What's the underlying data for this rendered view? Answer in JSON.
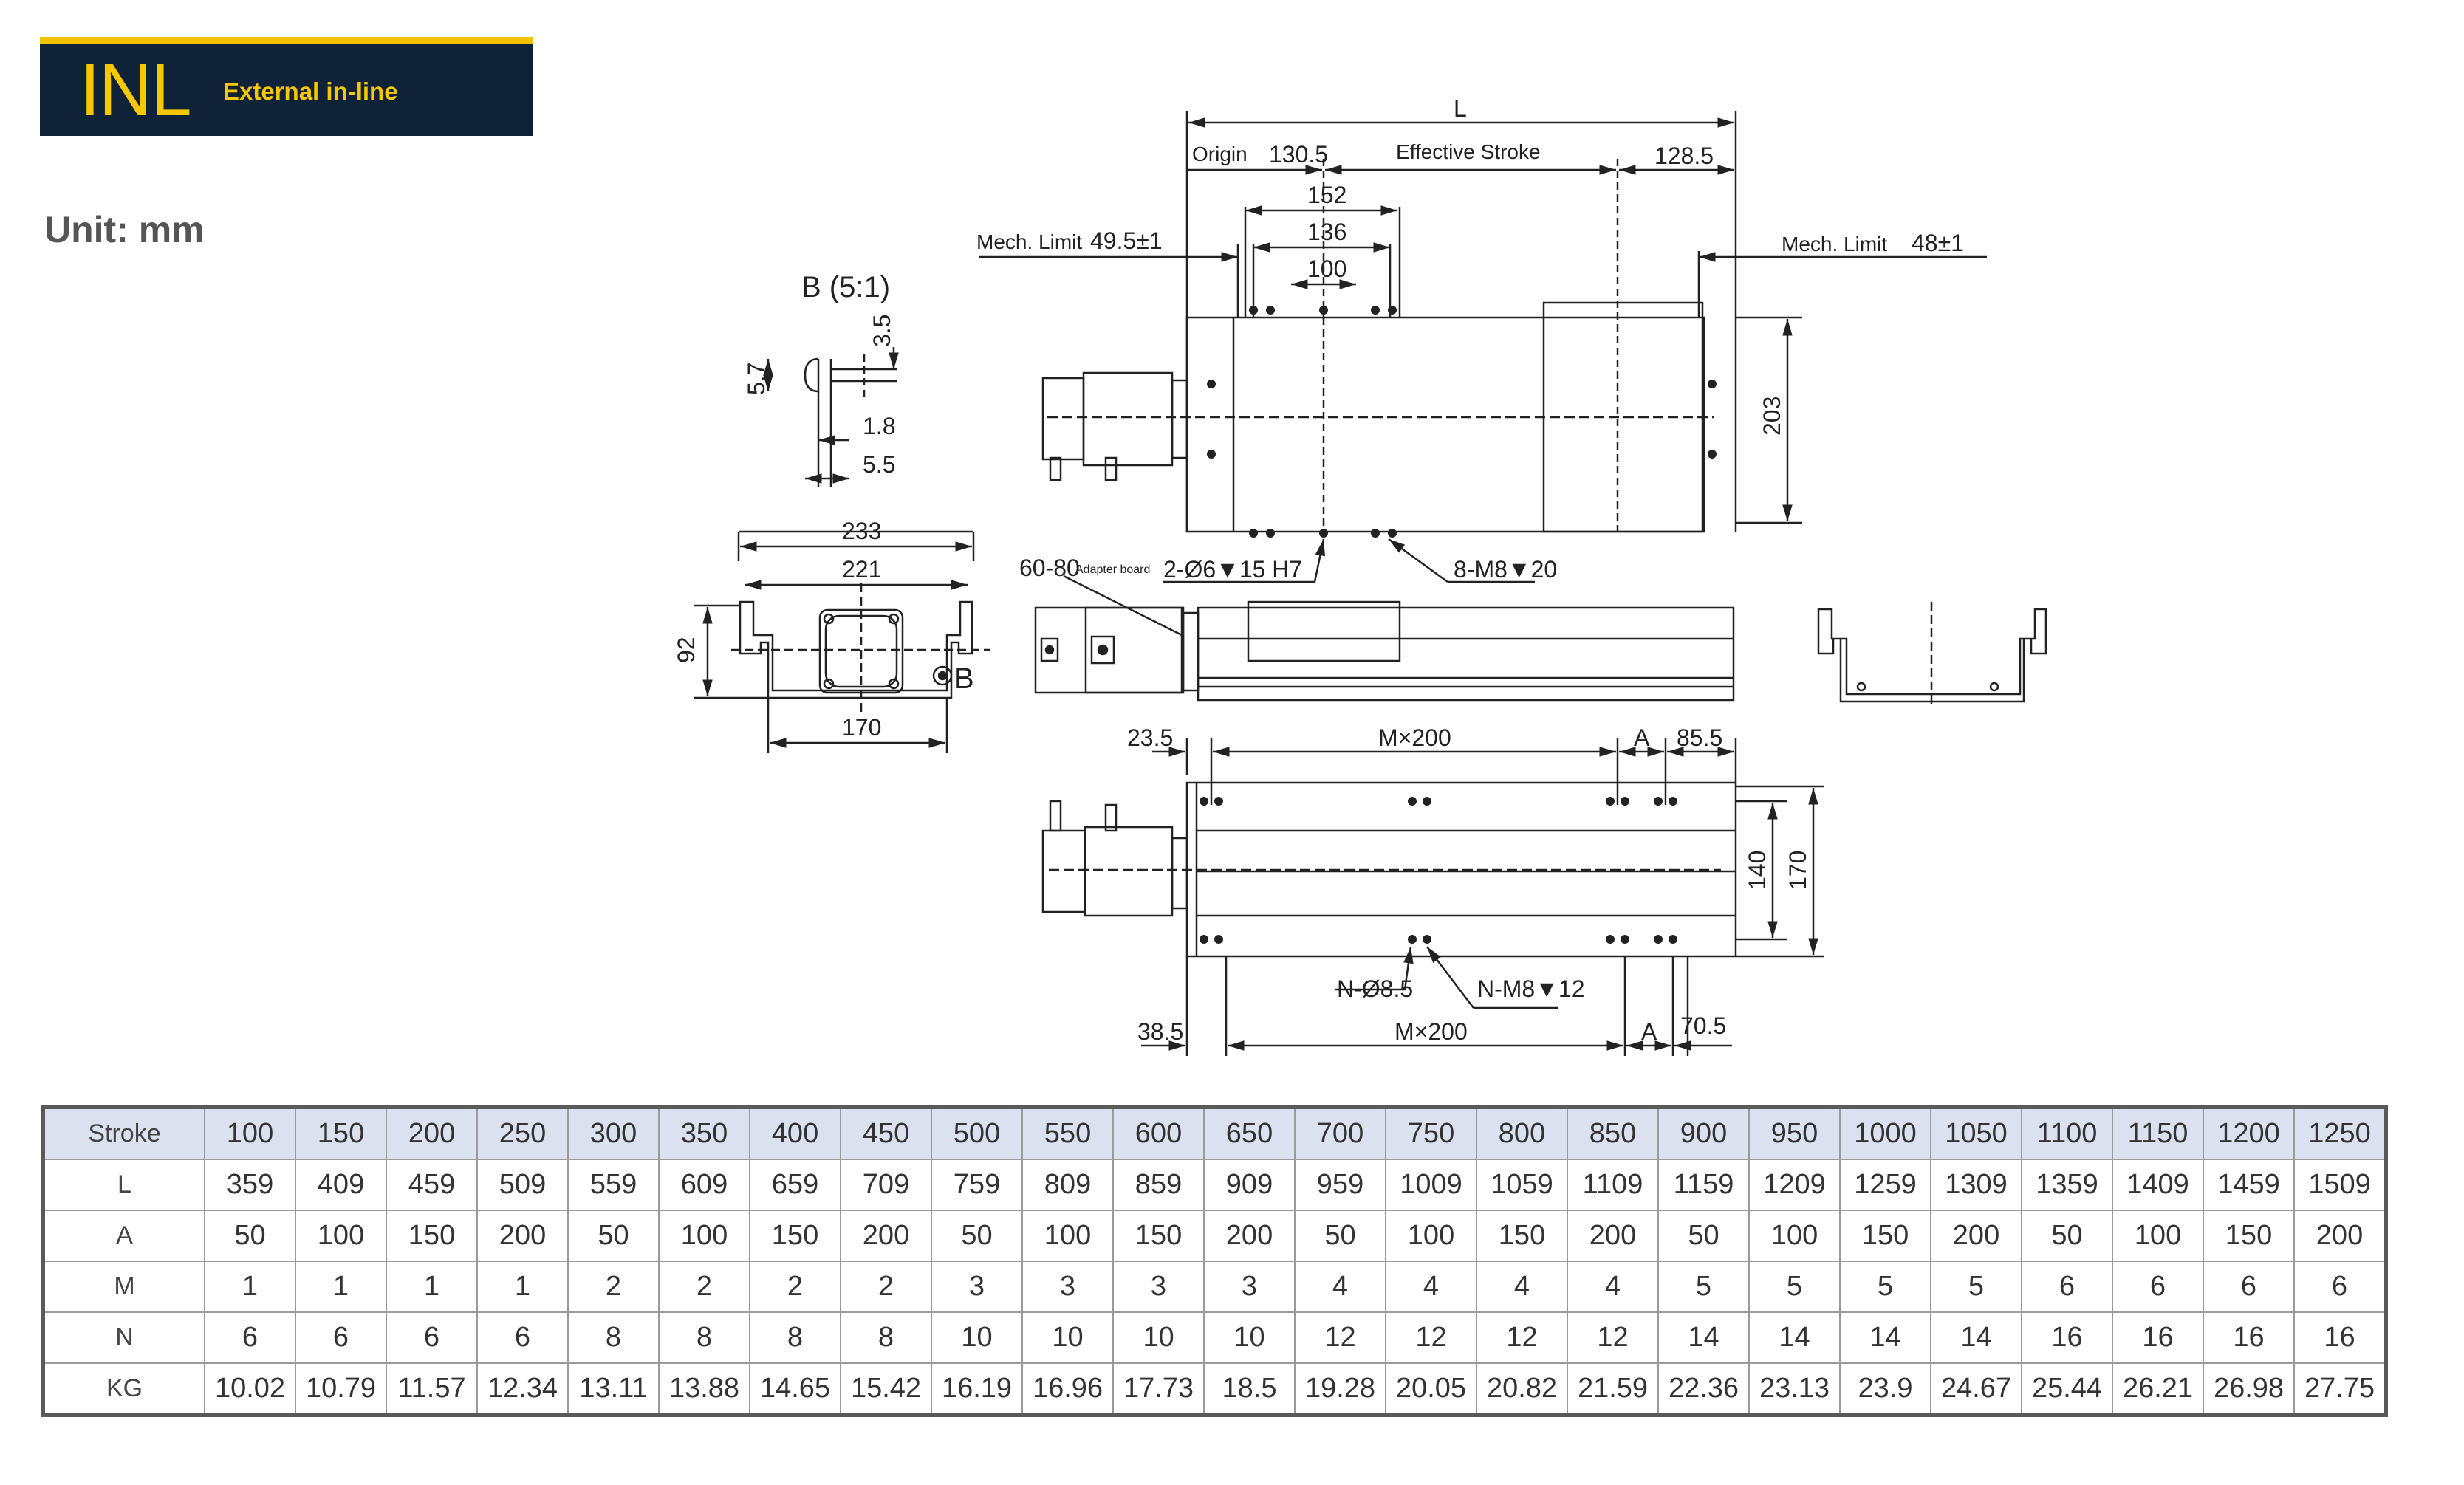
{
  "header": {
    "code": "INL",
    "subtitle": "External in-line"
  },
  "unit_label": "Unit: mm",
  "colors": {
    "header_bg": "#0f2238",
    "header_text": "#f5c800",
    "table_header_bg": "#dbe1ef"
  },
  "drawing": {
    "detail_title": "B (5:1)",
    "detail_dims": [
      "3.5",
      "5.7",
      "1.8",
      "5.5"
    ],
    "end_view_dims": [
      "233",
      "221",
      "92",
      "170"
    ],
    "end_view_ref": "B",
    "top_view": {
      "L": "L",
      "origin": "Origin",
      "origin_dim": "130.5",
      "effective_stroke": "Effective Stroke",
      "end_dim": "128.5",
      "d152": "152",
      "d136": "136",
      "d100": "100",
      "mech_limit_left": "Mech. Limit",
      "mech_limit_left_val": "49.5±1",
      "mech_limit_right": "Mech. Limit",
      "mech_limit_right_val": "48±1",
      "height": "203"
    },
    "callouts": {
      "adapter_size": "60-80",
      "adapter": "Adapter board",
      "pin_holes": "2-Ø6▼15  H7",
      "screw_holes": "8-M8▼20"
    },
    "bottom_view": {
      "d23_5": "23.5",
      "mx200_top": "M×200",
      "a_top": "A",
      "d85_5": "85.5",
      "d140": "140",
      "d170": "170",
      "n_holes": "N-Ø8.5",
      "n_screws": "N-M8▼12",
      "d38_5": "38.5",
      "mx200_bot": "M×200",
      "a_bot": "A",
      "d70_5": "70.5"
    }
  },
  "table": {
    "rows": [
      {
        "label": "Stroke",
        "values": [
          "100",
          "150",
          "200",
          "250",
          "300",
          "350",
          "400",
          "450",
          "500",
          "550",
          "600",
          "650",
          "700",
          "750",
          "800",
          "850",
          "900",
          "950",
          "1000",
          "1050",
          "1100",
          "1150",
          "1200",
          "1250"
        ]
      },
      {
        "label": "L",
        "values": [
          "359",
          "409",
          "459",
          "509",
          "559",
          "609",
          "659",
          "709",
          "759",
          "809",
          "859",
          "909",
          "959",
          "1009",
          "1059",
          "1109",
          "1159",
          "1209",
          "1259",
          "1309",
          "1359",
          "1409",
          "1459",
          "1509"
        ]
      },
      {
        "label": "A",
        "values": [
          "50",
          "100",
          "150",
          "200",
          "50",
          "100",
          "150",
          "200",
          "50",
          "100",
          "150",
          "200",
          "50",
          "100",
          "150",
          "200",
          "50",
          "100",
          "150",
          "200",
          "50",
          "100",
          "150",
          "200"
        ]
      },
      {
        "label": "M",
        "values": [
          "1",
          "1",
          "1",
          "1",
          "2",
          "2",
          "2",
          "2",
          "3",
          "3",
          "3",
          "3",
          "4",
          "4",
          "4",
          "4",
          "5",
          "5",
          "5",
          "5",
          "6",
          "6",
          "6",
          "6"
        ]
      },
      {
        "label": "N",
        "values": [
          "6",
          "6",
          "6",
          "6",
          "8",
          "8",
          "8",
          "8",
          "10",
          "10",
          "10",
          "10",
          "12",
          "12",
          "12",
          "12",
          "14",
          "14",
          "14",
          "14",
          "16",
          "16",
          "16",
          "16"
        ]
      },
      {
        "label": "KG",
        "values": [
          "10.02",
          "10.79",
          "11.57",
          "12.34",
          "13.11",
          "13.88",
          "14.65",
          "15.42",
          "16.19",
          "16.96",
          "17.73",
          "18.5",
          "19.28",
          "20.05",
          "20.82",
          "21.59",
          "22.36",
          "23.13",
          "23.9",
          "24.67",
          "25.44",
          "26.21",
          "26.98",
          "27.75"
        ]
      }
    ]
  }
}
